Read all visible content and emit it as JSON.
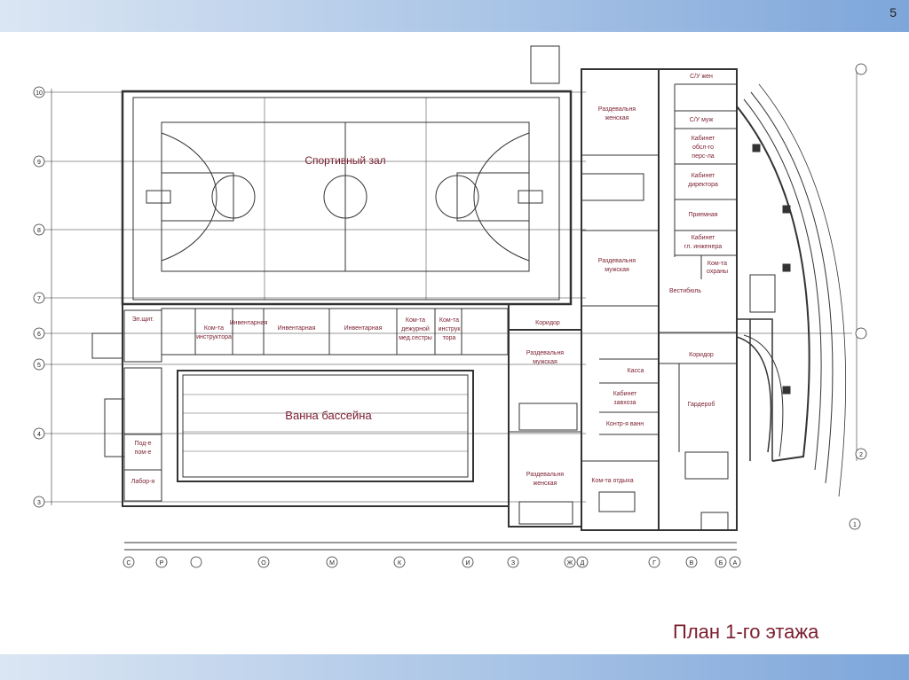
{
  "slide": {
    "number": "5",
    "caption": "План 1-го этажа"
  },
  "rooms": {
    "sport_hall": "Спортивный зал",
    "pool": "Ванна бассейна",
    "locker_w_top": [
      "Раздевальня",
      "женская"
    ],
    "locker_m_top": [
      "Раздевальня",
      "мужская"
    ],
    "locker_m_bot": [
      "Раздевальня",
      "мужская"
    ],
    "locker_w_bot": [
      "Раздевальня",
      "женская"
    ],
    "wc_w": "С/У жен",
    "wc_m": "С/У муж",
    "med_office": [
      "Кабинет",
      "обсл-го",
      "перс-ла"
    ],
    "director": [
      "Кабинет",
      "директора"
    ],
    "reception": "Приемная",
    "engineer": [
      "Кабинет",
      "гл. инженера"
    ],
    "security": [
      "Ком-та",
      "охраны"
    ],
    "vestibule": "Вестибюль",
    "corridor_right": "Коридор",
    "cloakroom": "Гардероб",
    "cashier": "Касса",
    "manager": [
      "Кабинет",
      "завхоза"
    ],
    "bath_control": "Контр-я ванн",
    "rest_room": "Ком-та отдыха",
    "el_room": "Эл.щит.",
    "instructor1": [
      "Ком-та",
      "инструктора"
    ],
    "inventory1": "Инвентарная",
    "inventory2": "Инвентарная",
    "inventory3": "Инвентарная",
    "duty": [
      "Ком-та",
      "дежурной",
      "мед.сестры"
    ],
    "instructor2": [
      "Ком-та",
      "инструк",
      "тора"
    ],
    "prep": [
      "Под-е",
      "пом-е"
    ],
    "lab": "Лабор-я",
    "corridor_small": "Коридор"
  },
  "axes": {
    "rows": [
      "10",
      "9",
      "8",
      "7",
      "6",
      "5",
      "4",
      "3",
      "2",
      "1"
    ],
    "cols": [
      "С",
      "Р",
      "О",
      "М",
      "К",
      "И",
      "З",
      "Ж",
      "Д",
      "Г",
      "В",
      "Б",
      "А"
    ]
  }
}
